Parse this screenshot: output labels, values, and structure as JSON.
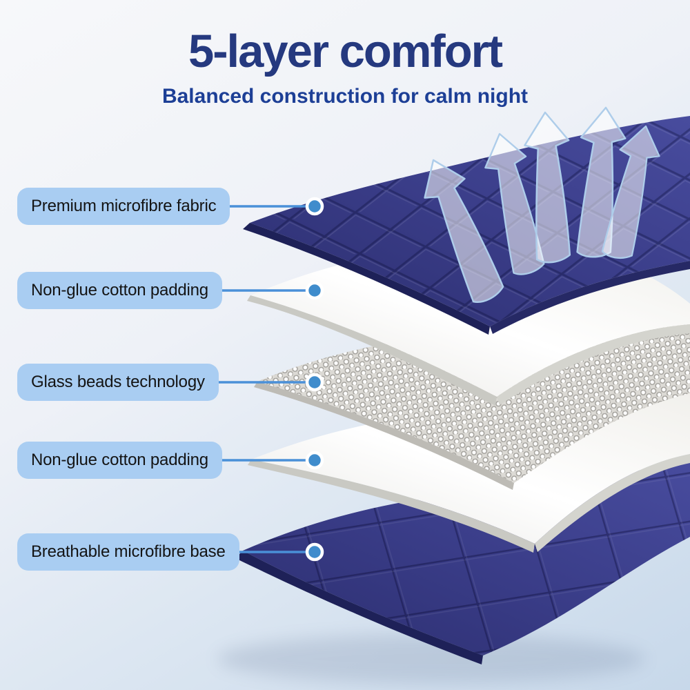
{
  "header": {
    "title": "5-layer comfort",
    "subtitle": "Balanced construction for calm night"
  },
  "layers": [
    {
      "label": "Premium microfibre fabric",
      "texture": "quilted-navy-fabric"
    },
    {
      "label": "Non-glue cotton padding",
      "texture": "white-cotton-padding"
    },
    {
      "label": "Glass beads technology",
      "texture": "glass-beads-mesh"
    },
    {
      "label": "Non-glue cotton padding",
      "texture": "white-cotton-padding"
    },
    {
      "label": "Breathable microfibre base",
      "texture": "quilted-navy-fabric"
    }
  ],
  "illustration": {
    "airflow_arrow_count": 5
  },
  "palette": {
    "title_text": "#25397f",
    "subtitle_text": "#1d3f96",
    "label_background": "#a9cdf2",
    "label_text": "#141414",
    "connector_line": "#4a90d8",
    "marker_dot": "#3f8ccc",
    "marker_ring": "#ffffff",
    "fabric_navy": "#3a3d88",
    "fabric_navy_edge": "#1e2158",
    "padding_white": "#f4f3f0",
    "beads_gray": "#a5a39e",
    "background_top": "#f7f8fa",
    "background_bottom": "#c7d8ea"
  }
}
